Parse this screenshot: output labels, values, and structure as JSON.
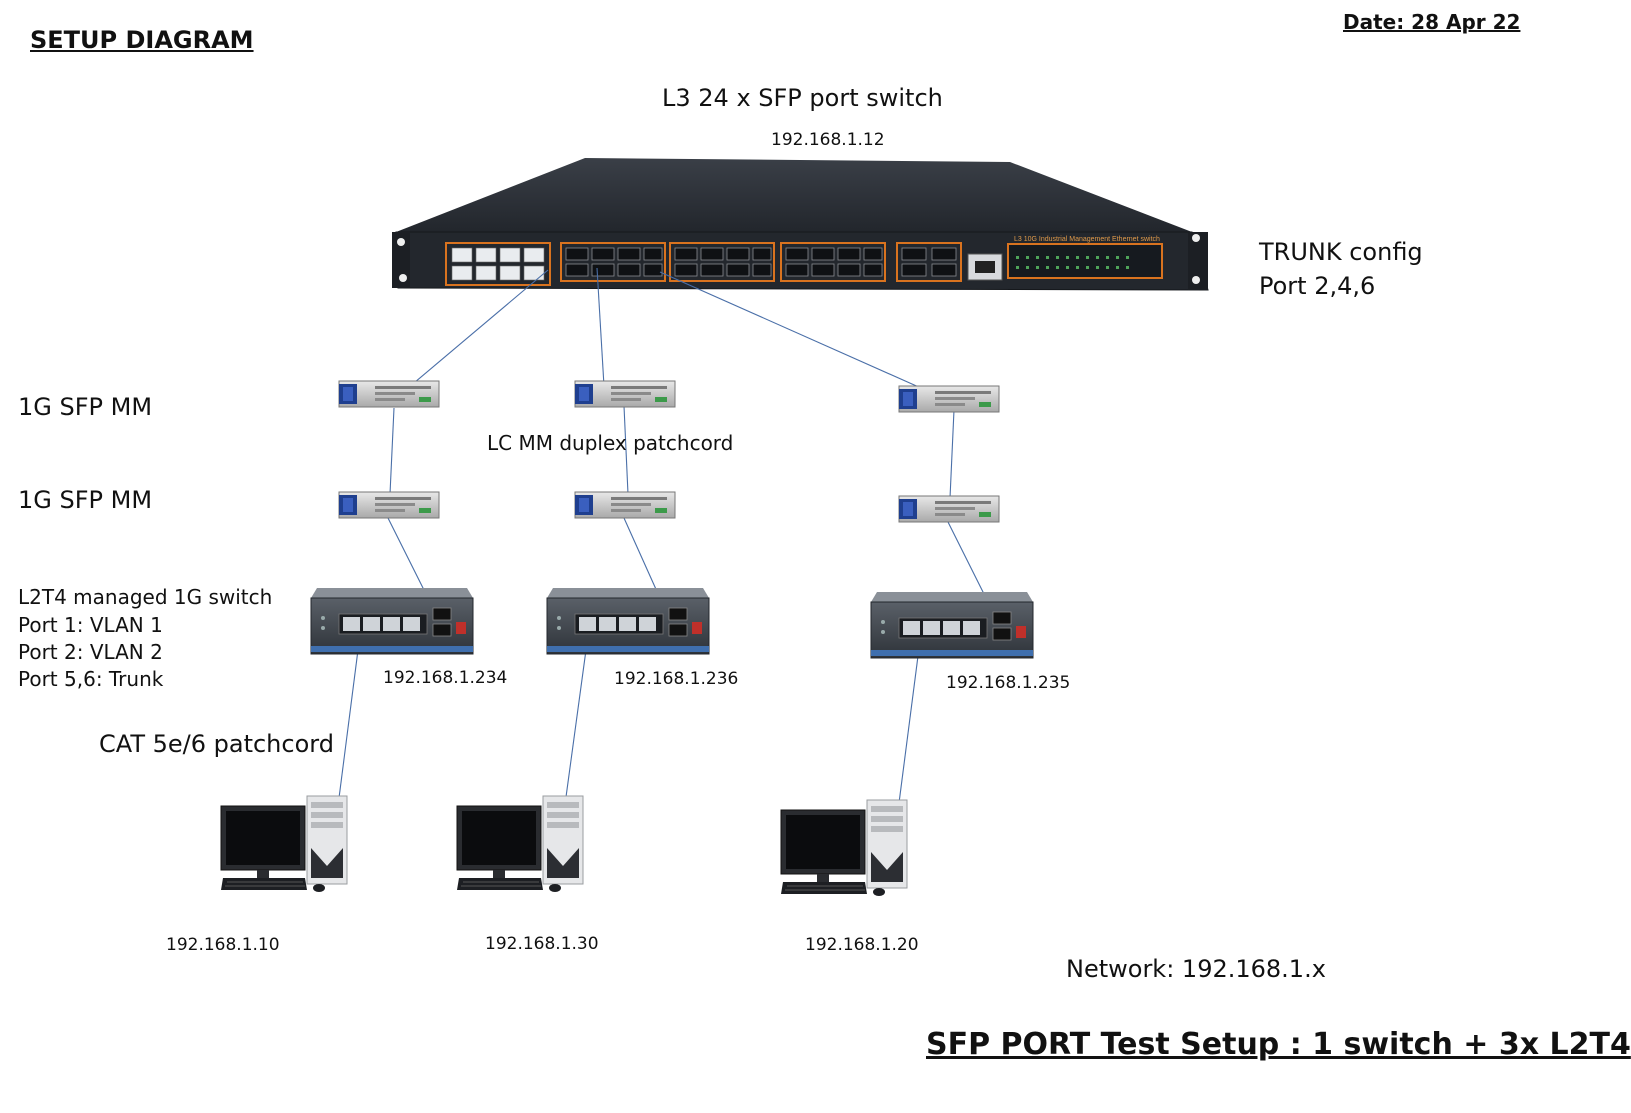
{
  "header": {
    "title": "SETUP DIAGRAM",
    "date": "Date: 28 Apr 22"
  },
  "core_switch": {
    "label": "L3 24 x SFP port switch",
    "ip": "192.168.1.12",
    "panel_text": "L3 10G Industrial Management Ethernet switch",
    "trunk_title": "TRUNK config",
    "trunk_ports": "Port 2,4,6"
  },
  "left_labels": {
    "sfp_top": "1G SFP MM",
    "sfp_bottom": "1G SFP MM",
    "l2t4_title": "L2T4 managed 1G  switch",
    "port1": "Port 1: VLAN 1",
    "port2": "Port 2: VLAN 2",
    "port56": "Port 5,6: Trunk",
    "cat_patch": "CAT 5e/6 patchcord"
  },
  "fiber_label": "LC MM duplex patchcord",
  "access_switches": [
    {
      "ip": "192.168.1.234"
    },
    {
      "ip": "192.168.1.236"
    },
    {
      "ip": "192.168.1.235"
    }
  ],
  "pcs": [
    {
      "ip": "192.168.1.10"
    },
    {
      "ip": "192.168.1.30"
    },
    {
      "ip": "192.168.1.20"
    }
  ],
  "network": "Network: 192.168.1.x",
  "footer_title": "SFP PORT Test Setup : 1 switch + 3x L2T4",
  "colors": {
    "link_line": "#4a6fa8",
    "chassis": "#2b2f36",
    "port_frame": "#d9731f"
  }
}
